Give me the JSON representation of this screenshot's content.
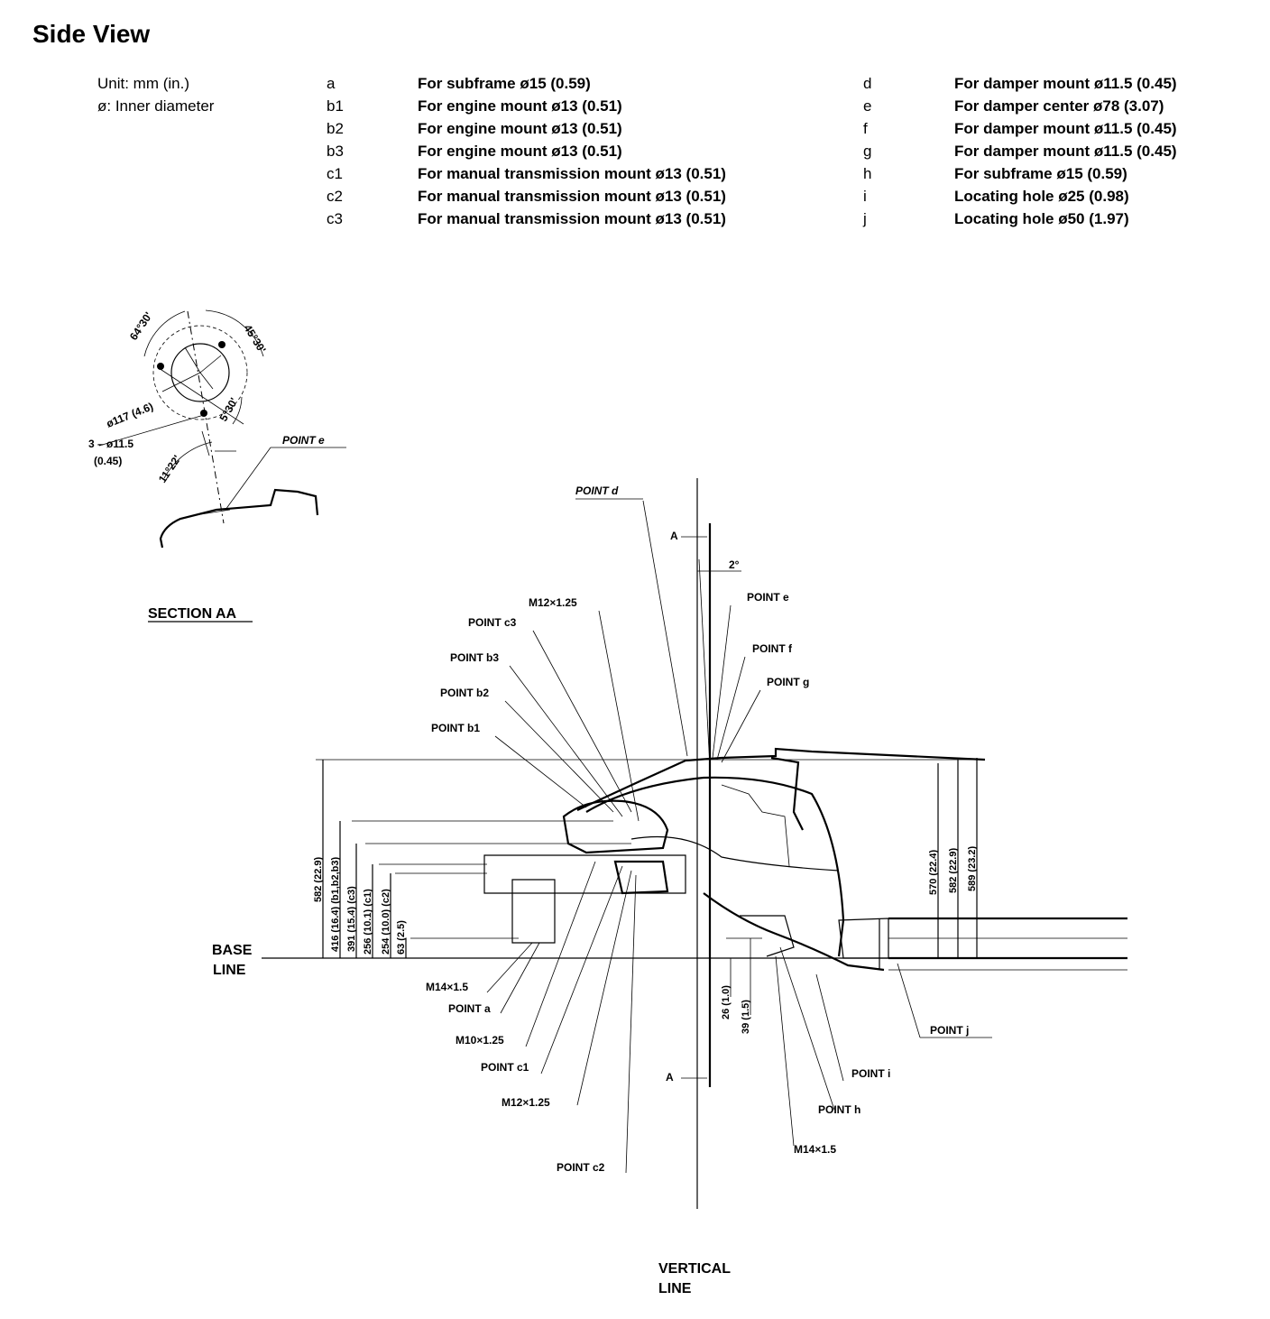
{
  "title": "Side View",
  "units": {
    "unit": "Unit: mm (in.)",
    "diameter": "ø: Inner diameter"
  },
  "legend_left": [
    {
      "key": "a",
      "desc": "For subframe ø15 (0.59)"
    },
    {
      "key": "b1",
      "desc": "For engine mount ø13 (0.51)"
    },
    {
      "key": "b2",
      "desc": "For engine mount ø13 (0.51)"
    },
    {
      "key": "b3",
      "desc": "For engine mount ø13 (0.51)"
    },
    {
      "key": "c1",
      "desc": "For manual transmission mount ø13 (0.51)"
    },
    {
      "key": "c2",
      "desc": "For manual transmission mount ø13 (0.51)"
    },
    {
      "key": "c3",
      "desc": "For manual transmission mount ø13 (0.51)"
    }
  ],
  "legend_right": [
    {
      "key": "d",
      "desc": "For damper mount ø11.5 (0.45)"
    },
    {
      "key": "e",
      "desc": "For damper center ø78 (3.07)"
    },
    {
      "key": "f",
      "desc": "For damper mount ø11.5 (0.45)"
    },
    {
      "key": "g",
      "desc": "For damper mount ø11.5 (0.45)"
    },
    {
      "key": "h",
      "desc": "For subframe ø15 (0.59)"
    },
    {
      "key": "i",
      "desc": "Locating hole ø25 (0.98)"
    },
    {
      "key": "j",
      "desc": "Locating hole ø50 (1.97)"
    }
  ],
  "section": {
    "title": "SECTION AA",
    "angle_1": "64°30'",
    "angle_2": "45°30'",
    "angle_3": "5°30'",
    "angle_4": "11°22'",
    "diameter_117": "ø117 (4.6)",
    "holes_1": "3 – ø11.5",
    "holes_2": "(0.45)",
    "point_e": "POINT e"
  },
  "diagram": {
    "point_d": "POINT d",
    "point_e": "POINT e",
    "point_f": "POINT f",
    "point_g": "POINT g",
    "point_c3": "POINT c3",
    "point_b3": "POINT b3",
    "point_b2": "POINT b2",
    "point_b1": "POINT b1",
    "point_a": "POINT a",
    "point_c1": "POINT c1",
    "point_c2": "POINT c2",
    "point_h": "POINT h",
    "point_i": "POINT i",
    "point_j": "POINT j",
    "bolt_m12_top": "M12×1.25",
    "bolt_m14_left": "M14×1.5",
    "bolt_m10": "M10×1.25",
    "bolt_m12_bottom": "M12×1.25",
    "bolt_m14_right": "M14×1.5",
    "section_a_top": "A",
    "section_a_bottom": "A",
    "tilt_angle": "2°",
    "base_line_1": "BASE",
    "base_line_2": "LINE",
    "vertical_line_1": "VERTICAL",
    "vertical_line_2": "LINE",
    "dim_582_left": "582 (22.9)",
    "dim_416": "416 (16.4) (b1,b2,b3)",
    "dim_391": "391 (15.4) (c3)",
    "dim_256": "256 (10.1) (c1)",
    "dim_254": "254 (10.0) (c2)",
    "dim_63": "63 (2.5)",
    "dim_26": "26 (1.0)",
    "dim_39": "39 (1.5)",
    "dim_570": "570 (22.4)",
    "dim_582_right": "582 (22.9)",
    "dim_589": "589 (23.2)"
  }
}
